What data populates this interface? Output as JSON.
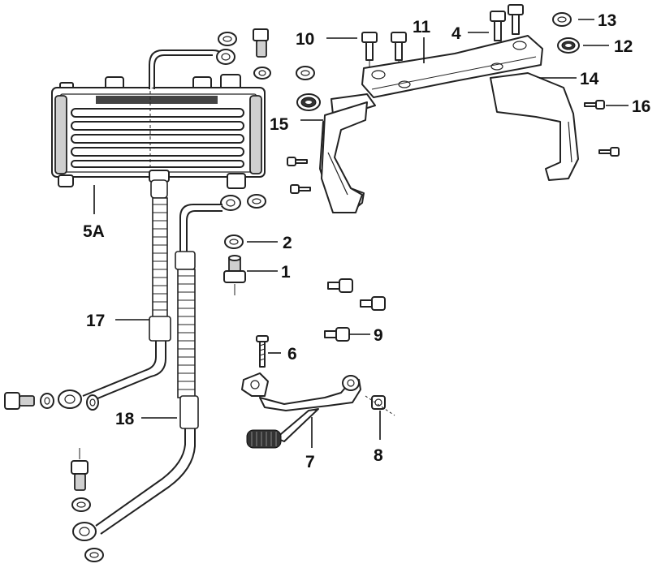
{
  "diagram": {
    "callouts": {
      "c1": "1",
      "c2": "2",
      "c4": "4",
      "c5a": "5A",
      "c6": "6",
      "c7": "7",
      "c8": "8",
      "c9": "9",
      "c10": "10",
      "c11": "11",
      "c12": "12",
      "c13": "13",
      "c14": "14",
      "c15": "15",
      "c16": "16",
      "c17": "17",
      "c18": "18"
    }
  }
}
